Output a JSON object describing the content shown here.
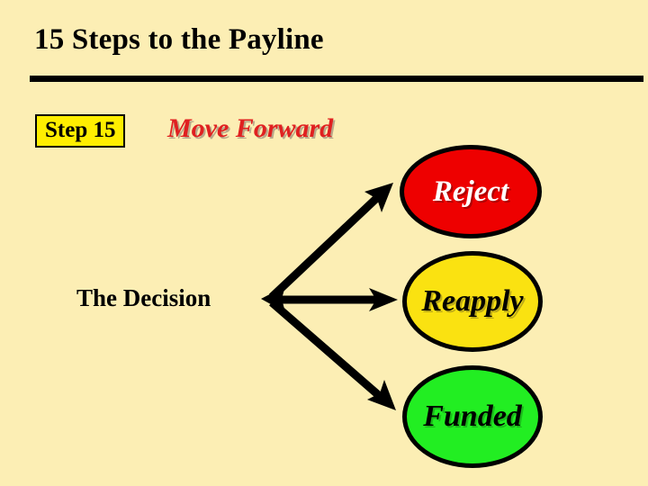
{
  "slide": {
    "title": "15 Steps to the Payline",
    "background_color": "#fceeb4",
    "rule_color": "#000000"
  },
  "step": {
    "badge_label": "Step 15",
    "badge_fill": "#ffee00",
    "badge_border": "#000000",
    "headline": "Move Forward",
    "headline_color": "#e02020"
  },
  "diagram": {
    "source_label": "The Decision",
    "outcomes": [
      {
        "label": "Reject",
        "fill": "#ee0000",
        "text_color": "#ffffff",
        "stroke": "#000000"
      },
      {
        "label": "Reapply",
        "fill": "#fae211",
        "text_color": "#000000",
        "stroke": "#000000"
      },
      {
        "label": "Funded",
        "fill": "#22ee22",
        "text_color": "#000000",
        "stroke": "#000000"
      }
    ],
    "arrows": [
      {
        "name": "arrow-to-reject",
        "from": "The Decision",
        "to": "Reject"
      },
      {
        "name": "arrow-to-reapply",
        "from": "The Decision",
        "to": "Reapply"
      },
      {
        "name": "arrow-to-funded",
        "from": "The Decision",
        "to": "Funded"
      }
    ]
  }
}
